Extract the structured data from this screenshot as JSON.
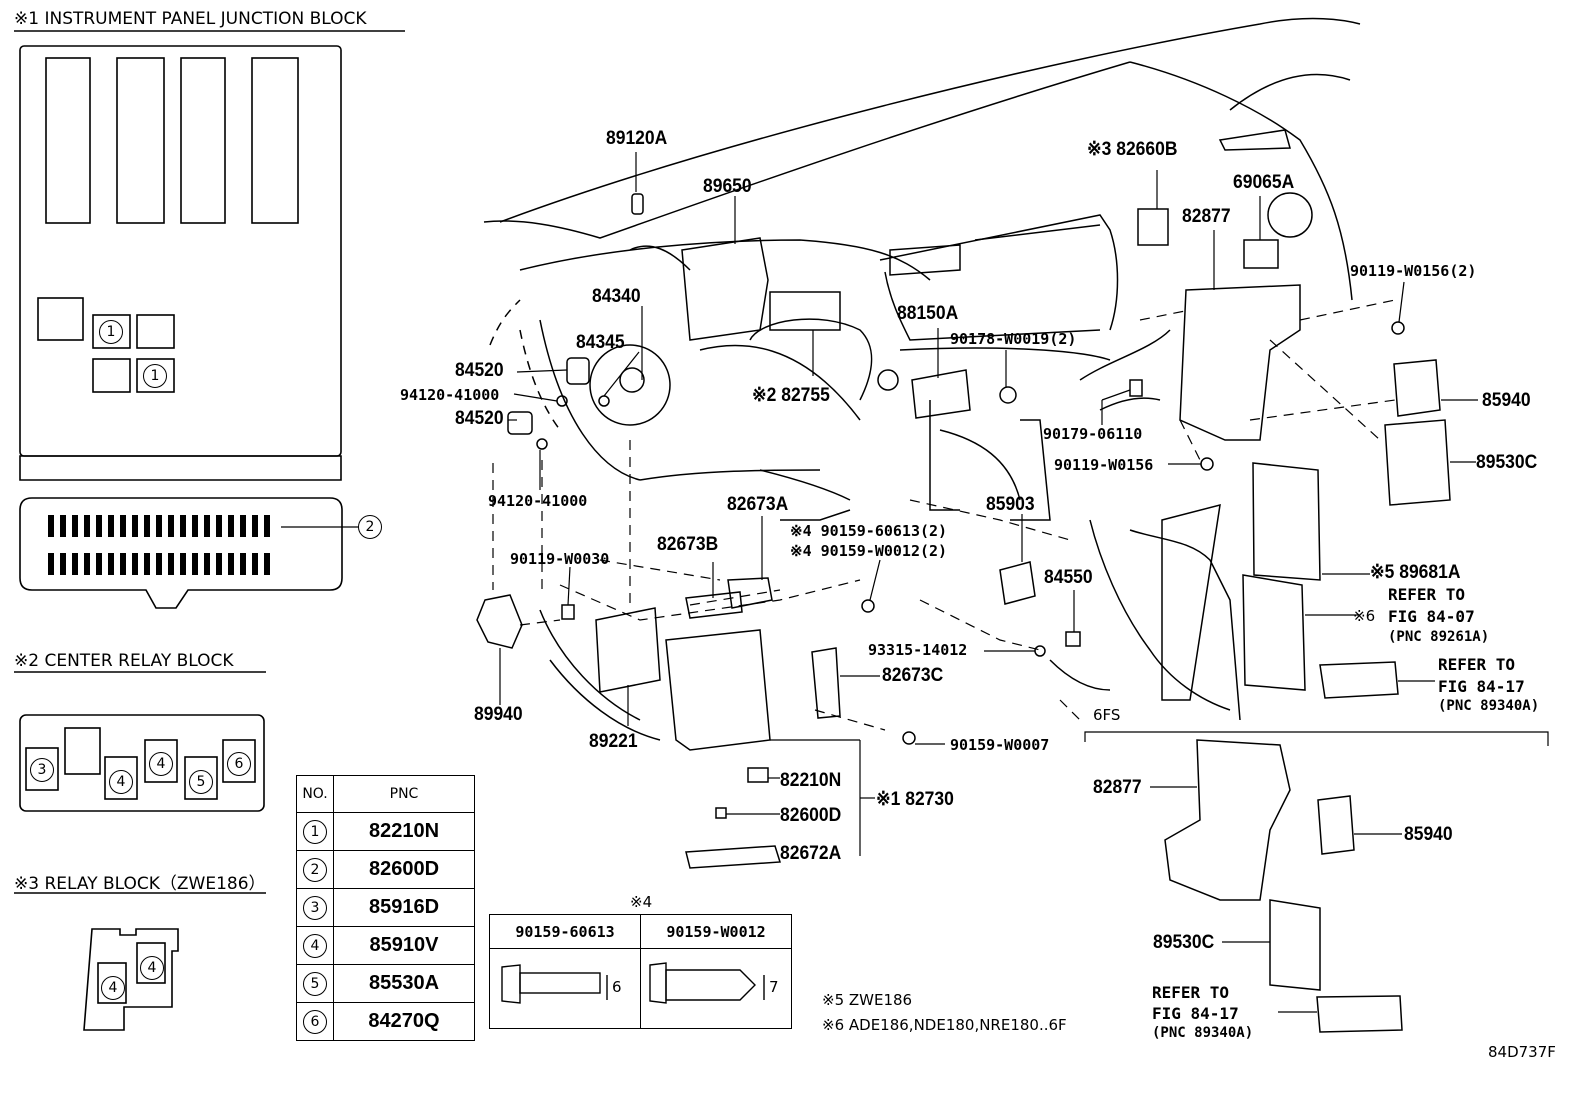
{
  "sections": {
    "ip_junction_block": "※1 INSTRUMENT PANEL JUNCTION BLOCK",
    "center_relay_block": "※2 CENTER RELAY BLOCK",
    "relay_block": "※3 RELAY BLOCK（ZWE186）"
  },
  "circle_numbers": [
    "1",
    "2",
    "3",
    "4",
    "5",
    "6"
  ],
  "pnc_table": {
    "header_no": "NO.",
    "header_pnc": "PNC",
    "rows": [
      {
        "no": "1",
        "pnc": "82210N"
      },
      {
        "no": "2",
        "pnc": "82600D"
      },
      {
        "no": "3",
        "pnc": "85916D"
      },
      {
        "no": "4",
        "pnc": "85910V"
      },
      {
        "no": "5",
        "pnc": "85530A"
      },
      {
        "no": "6",
        "pnc": "84270Q"
      }
    ]
  },
  "bolt_table": {
    "mark": "※4",
    "col1": "90159-60613",
    "col2": "90159-W0012",
    "dim1": "6",
    "dim2": "7"
  },
  "notes": {
    "n5": "※5  ZWE186",
    "n6": "※6  ADE186,NDE180,NRE180..6F"
  },
  "part_labels": {
    "p89120A": "89120A",
    "p89650": "89650",
    "p84340": "84340",
    "p84345": "84345",
    "p84520a": "84520",
    "p94120a": "94120-41000",
    "p84520b": "84520",
    "p94120b": "94120-41000",
    "p90119_w0030": "90119-W0030",
    "p89940": "89940",
    "p89221": "89221",
    "p82673B": "82673B",
    "p82673A": "82673A",
    "p82755": "※2 82755",
    "p88150A": "88150A",
    "p90178": "90178-W0019(2)",
    "p82660B": "※3 82660B",
    "p82877a": "82877",
    "p69065A": "69065A",
    "p90119_w0156_2": "90119-W0156(2)",
    "p85940a": "85940",
    "p89530Ca": "89530C",
    "p90179": "90179-06110",
    "p90119_w0156": "90119-W0156",
    "p85903": "85903",
    "p90159_60613": "※4 90159-60613(2)",
    "p90159_w0012": "※4 90159-W0012(2)",
    "p84550": "84550",
    "p89681A": "※5  89681A",
    "p93315": "93315-14012",
    "p82673C": "82673C",
    "p90159_w0007": "90159-W0007",
    "p82210N": "82210N",
    "p82730": "※1 82730",
    "p82600D": "82600D",
    "p82672A": "82672A",
    "p6fs": "6FS",
    "p82877b": "82877",
    "p85940b": "85940",
    "p89530Cb": "89530C"
  },
  "refs": {
    "ref1": {
      "l1": "REFER TO",
      "l2": "FIG 84-07",
      "l3": "(PNC 89261A)",
      "mark": "※6"
    },
    "ref2": {
      "l1": "REFER TO",
      "l2": "FIG 84-17",
      "l3": "(PNC 89340A)"
    },
    "ref3": {
      "l1": "REFER TO",
      "l2": "FIG 84-17",
      "l3": "(PNC 89340A)"
    }
  },
  "figure_id": "84D737F"
}
